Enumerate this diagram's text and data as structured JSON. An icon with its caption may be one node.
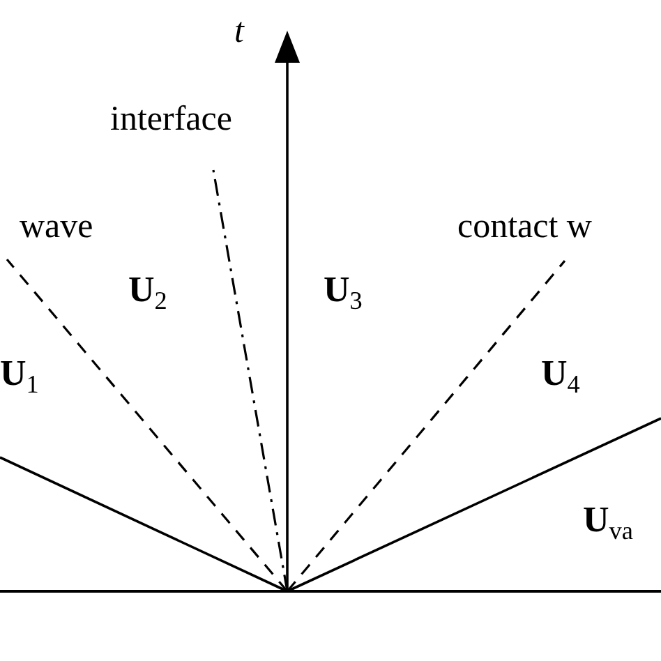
{
  "diagram": {
    "labels": [
      "t",
      "interface",
      "wave",
      "contact w",
      "**U**$_{2}$",
      "**U**$_{3}$",
      "**U**$_{1}$",
      "**U**$_{4}$",
      "**U**$_{va}$"
    ]
  }
}
